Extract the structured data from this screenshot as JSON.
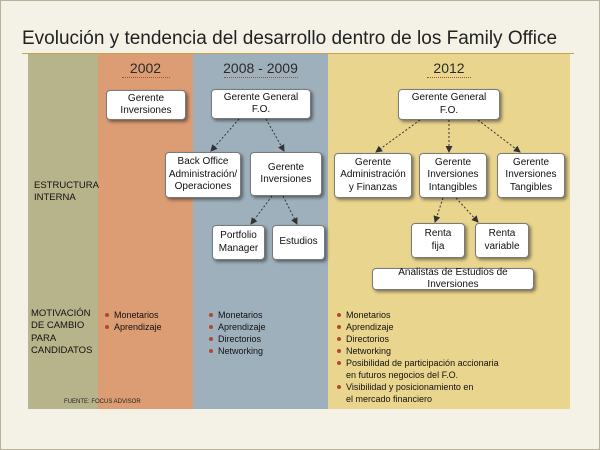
{
  "title": "Evolución y tendencia del desarrollo dentro de los Family Office",
  "left_labels": {
    "estructura": "ESTRUCTURA\nINTERNA",
    "motivacion": "MOTIVACIÓN\nDE CAMBIO\nPARA\nCANDIDATOS"
  },
  "source": "FUENTE: FOCUS ADVISOR",
  "periods": {
    "p2002": {
      "year": "2002",
      "boxes": {
        "gerente_inversiones": "Gerente\nInversiones"
      },
      "motivations": [
        "Monetarios",
        "Aprendizaje"
      ]
    },
    "p2008": {
      "year": "2008 - 2009",
      "boxes": {
        "gerente_general": "Gerente General\nF.O.",
        "back_office": "Back Office\nAdministración/\nOperaciones",
        "gerente_inversiones": "Gerente\nInversiones",
        "portfolio_manager": "Portfolio\nManager",
        "estudios": "Estudios"
      },
      "motivations": [
        "Monetarios",
        "Aprendizaje",
        "Directorios",
        "Networking"
      ]
    },
    "p2012": {
      "year": "2012",
      "boxes": {
        "gerente_general": "Gerente General\nF.O.",
        "gerente_admin": "Gerente\nAdministración\ny Finanzas",
        "gerente_intangibles": "Gerente\nInversiones\nIntangibles",
        "gerente_tangibles": "Gerente\nInversiones\nTangibles",
        "renta_fija": "Renta\nfija",
        "renta_variable": "Renta\nvariable",
        "analistas": "Analistas de Estudios de Inversiones"
      },
      "motivations": [
        "Monetarios",
        "Aprendizaje",
        "Directorios",
        "Networking",
        "Posibilidad de participación accionaria\nen futuros negocios del F.O.",
        "Visibilidad y posicionamiento en\nel mercado financiero"
      ]
    }
  },
  "colors": {
    "col_left": "#b7b38b",
    "col_2002": "#dc9c74",
    "col_2008": "#9fb0bd",
    "col_2012": "#ead58f",
    "bullet": "#b5472e",
    "arrow": "#333333"
  }
}
